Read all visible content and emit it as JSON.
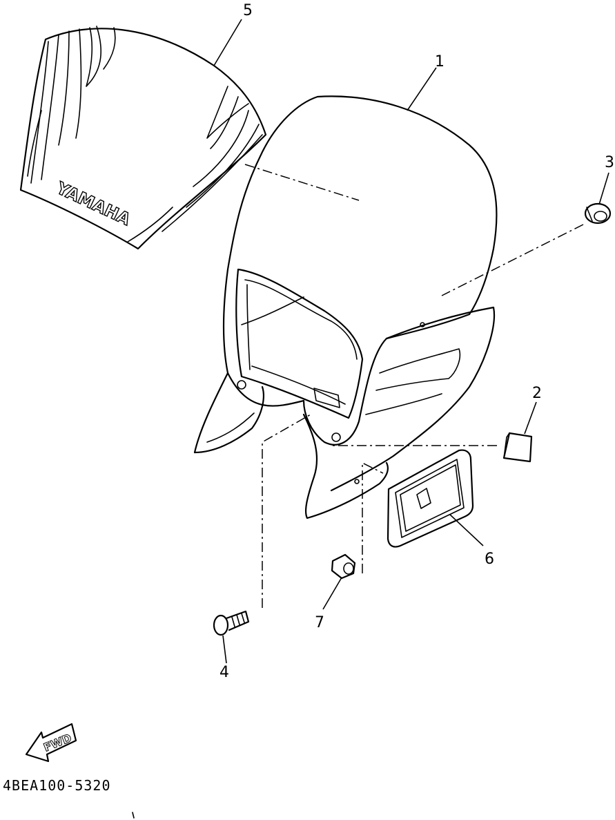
{
  "callouts": {
    "c1": "1",
    "c2": "2",
    "c3": "3",
    "c4": "4",
    "c5": "5",
    "c6": "6",
    "c7": "7"
  },
  "windshield_brand_text": "YAMAHA",
  "fwd_label": "FWD",
  "diagram_code": "4BEA100-5320",
  "line_color": "#000000",
  "background_color": "#ffffff"
}
